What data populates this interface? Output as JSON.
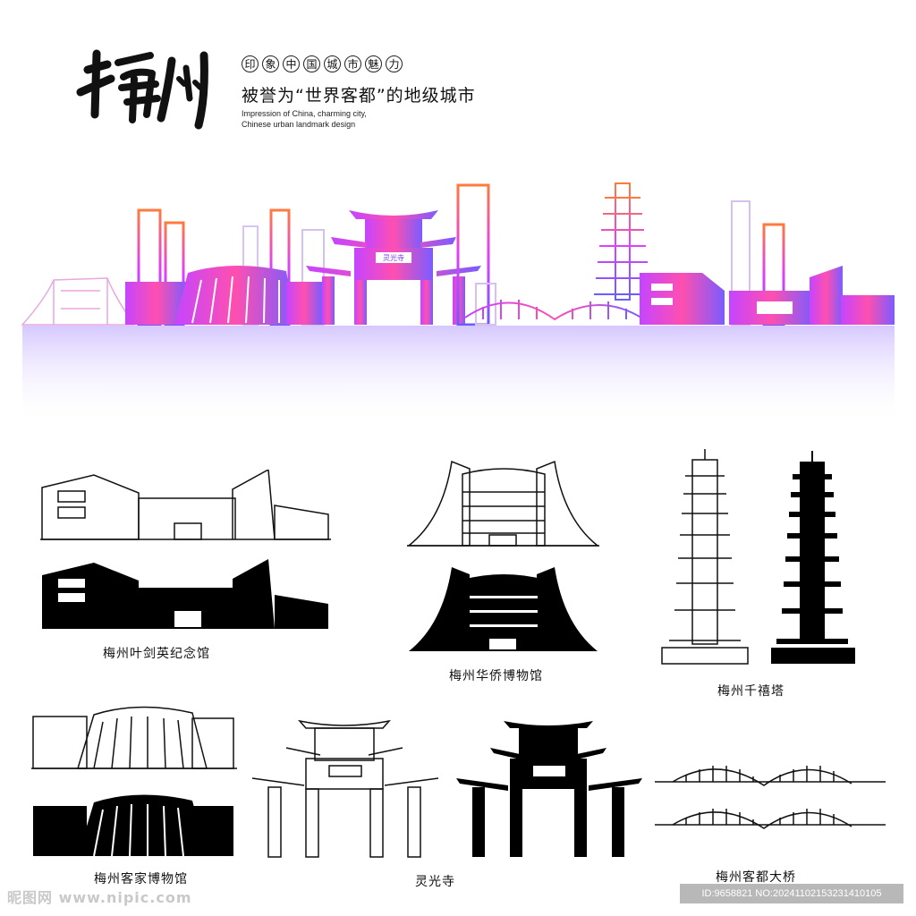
{
  "header": {
    "logo_text": "梅州",
    "tagline_chars": [
      "印",
      "象",
      "中",
      "国",
      "城",
      "市",
      "魅",
      "力"
    ],
    "slogan": "被誉为“世界客都”的地级城市",
    "english_line1": "Impression of China, charming city,",
    "english_line2": "Chinese urban landmark design"
  },
  "gate_plaque": "灵光寺",
  "captions": {
    "yejianying": "梅州叶剑英纪念馆",
    "huaqiao": "梅州华侨博物馆",
    "qianxi": "梅州千禧塔",
    "hakka": "梅州客家博物馆",
    "lingguang": "灵光寺",
    "bridge": "梅州客都大桥"
  },
  "watermark": {
    "left": "昵图网 www.nipic.com",
    "right": "ID:9658821 NO:20241102153231410105"
  },
  "colors": {
    "gradient_start": "#ff7a3d",
    "gradient_mid": "#e040fb",
    "gradient_end": "#6a5cff",
    "silhouette": "#000000"
  }
}
